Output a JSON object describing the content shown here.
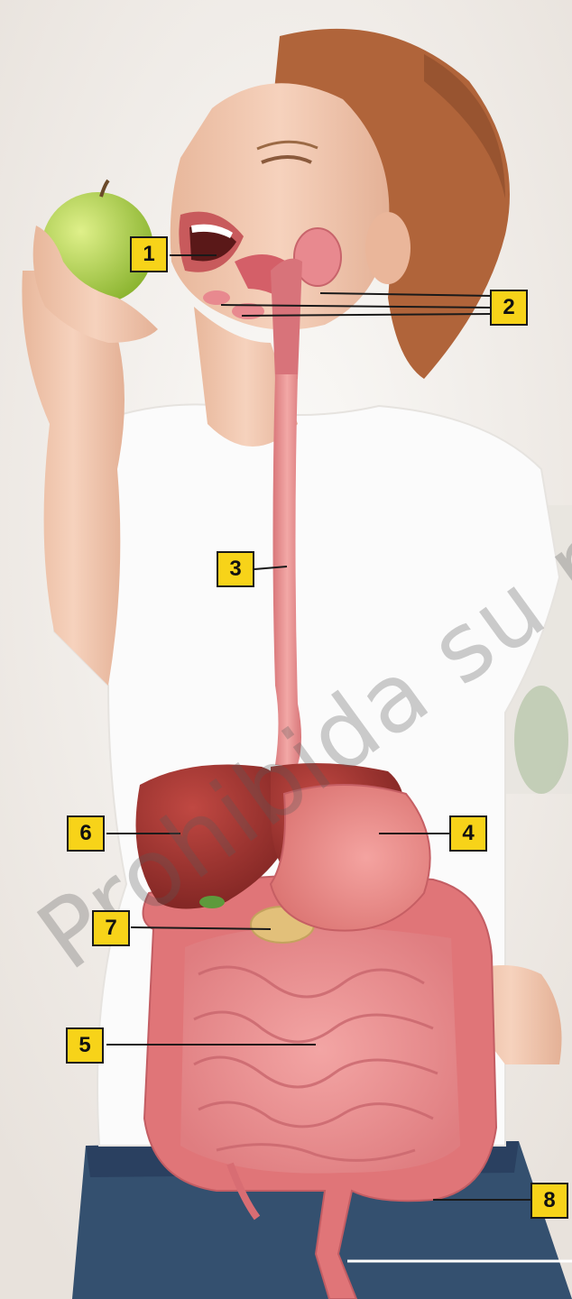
{
  "labels": [
    {
      "id": "mouth",
      "number": "1"
    },
    {
      "id": "salivary-glands",
      "number": "2"
    },
    {
      "id": "esophagus",
      "number": "3"
    },
    {
      "id": "stomach",
      "number": "4"
    },
    {
      "id": "small-intestine",
      "number": "5"
    },
    {
      "id": "liver",
      "number": "6"
    },
    {
      "id": "pancreas",
      "number": "7"
    },
    {
      "id": "large-intestine",
      "number": "8"
    }
  ],
  "watermark": "Prohibida su rep",
  "colors": {
    "label_fill": "#f7d319",
    "label_border": "#1a1a1a",
    "organ_pink": "#e9848c",
    "liver": "#9a2f2c",
    "apple": "#a9cf45",
    "skin": "#f2c9b0",
    "hair": "#b0643a",
    "jeans": "#2f4a6a"
  }
}
